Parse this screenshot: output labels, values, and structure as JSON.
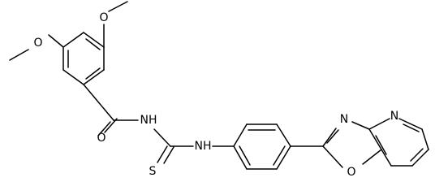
{
  "atoms": {
    "methoxy_top_oxygen": "O",
    "methoxy_left_oxygen": "O",
    "carbonyl_oxygen": "O",
    "amide_nh": "NH",
    "thioamide_nh": "NH",
    "thione_sulfur": "S",
    "oxazole_nitrogen": "N",
    "oxazole_oxygen": "O",
    "pyridine_nitrogen": "N"
  }
}
